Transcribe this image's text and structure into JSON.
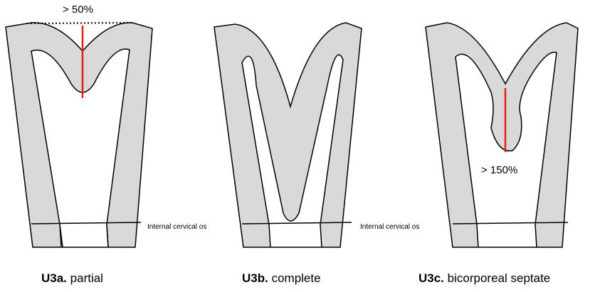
{
  "panels": [
    {
      "code": "U3a.",
      "name": "partial",
      "annotation": "> 50%",
      "os_label": "Internal cervical os"
    },
    {
      "code": "U3b.",
      "name": "complete",
      "os_label": "Internal cervical os"
    },
    {
      "code": "U3c.",
      "name": "bicorporeal septate",
      "annotation": "> 150%"
    }
  ],
  "colors": {
    "tissue": "#d9d9d9",
    "outline": "#000000",
    "measure": "#e02020"
  }
}
